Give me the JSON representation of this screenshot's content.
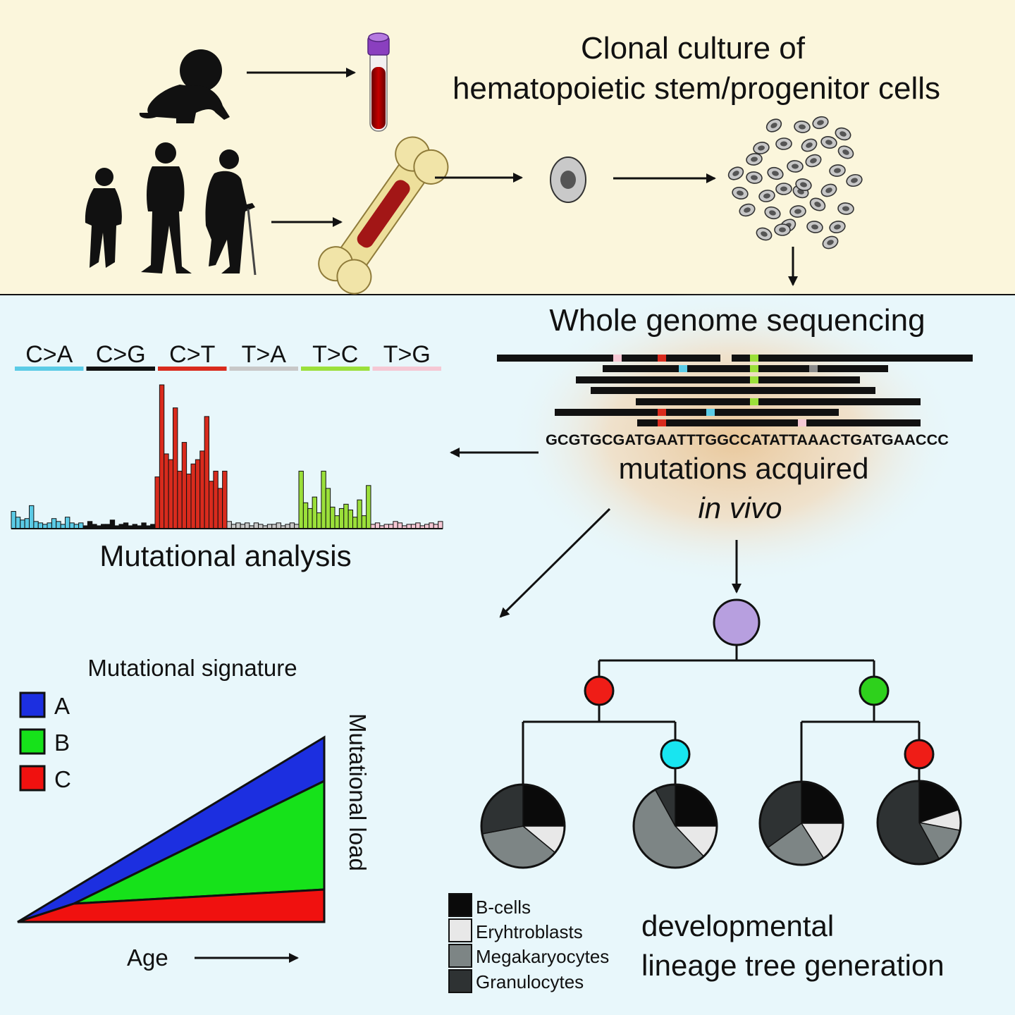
{
  "titles": {
    "clonal_line1": "Clonal culture of",
    "clonal_line2": "hematopoietic stem/progenitor cells",
    "wgs": "Whole genome sequencing",
    "mutations_line1": "mutations acquired",
    "mutations_line2": "in vivo",
    "mutational_analysis": "Mutational analysis",
    "mutational_signature": "Mutational signature",
    "mutational_load": "Mutational load",
    "age": "Age",
    "dev_line1": "developmental",
    "dev_line2": "lineage tree generation"
  },
  "sequence": "GCGTGCGATGAATTTGGCCATATTAAACTGATGAACCC",
  "colors": {
    "top_bg": "#fbf6dc",
    "bottom_bg": "#e8f7fb",
    "C>A": "#5bcbe6",
    "C>G": "#111111",
    "C>T": "#d92b1d",
    "T>A": "#c8c8c8",
    "T>C": "#9be03a",
    "T>G": "#f5c8d4",
    "sigA": "#1c2fe0",
    "sigB": "#16e21a",
    "sigC": "#f0110f",
    "root": "#b79fdf",
    "node_red": "#ef1d17",
    "node_green": "#2ed11c",
    "node_cyan": "#18e5f0",
    "bcell": "#0a0a0a",
    "eryth": "#e8e8e8",
    "mega": "#7d8585",
    "gran": "#2e3233"
  },
  "mutation_types": [
    "C>A",
    "C>G",
    "C>T",
    "T>A",
    "T>C",
    "T>G"
  ],
  "chart_data": {
    "type": "bar",
    "categories": [
      "C>A",
      "C>G",
      "C>T",
      "T>A",
      "T>C",
      "T>G"
    ],
    "series": [
      {
        "name": "C>A",
        "values": [
          12,
          8,
          6,
          7,
          16,
          5,
          4,
          3,
          4,
          7,
          5,
          3,
          8,
          4,
          3,
          4
        ]
      },
      {
        "name": "C>G",
        "values": [
          2,
          5,
          3,
          2,
          3,
          3,
          6,
          2,
          3,
          4,
          2,
          3,
          2,
          4,
          2,
          3
        ]
      },
      {
        "name": "C>T",
        "values": [
          36,
          100,
          52,
          48,
          84,
          40,
          60,
          38,
          45,
          48,
          54,
          78,
          33,
          40,
          28,
          40
        ]
      },
      {
        "name": "T>A",
        "values": [
          5,
          3,
          4,
          3,
          4,
          2,
          4,
          3,
          2,
          3,
          3,
          4,
          2,
          3,
          4,
          3
        ]
      },
      {
        "name": "T>C",
        "values": [
          40,
          18,
          14,
          22,
          11,
          40,
          28,
          15,
          9,
          14,
          17,
          13,
          8,
          20,
          9,
          30
        ]
      },
      {
        "name": "T>G",
        "values": [
          3,
          4,
          2,
          3,
          3,
          5,
          4,
          2,
          3,
          3,
          4,
          2,
          3,
          4,
          3,
          5
        ]
      }
    ],
    "signature_legend": [
      "A",
      "B",
      "C"
    ],
    "cell_type_legend": [
      "B-cells",
      "Eryhtroblasts",
      "Megakaryocytes",
      "Granulocytes"
    ],
    "pies": [
      [
        0.25,
        0.11,
        0.36,
        0.28
      ],
      [
        0.25,
        0.13,
        0.54,
        0.08
      ],
      [
        0.25,
        0.16,
        0.24,
        0.35
      ],
      [
        0.2,
        0.08,
        0.14,
        0.58
      ]
    ]
  }
}
